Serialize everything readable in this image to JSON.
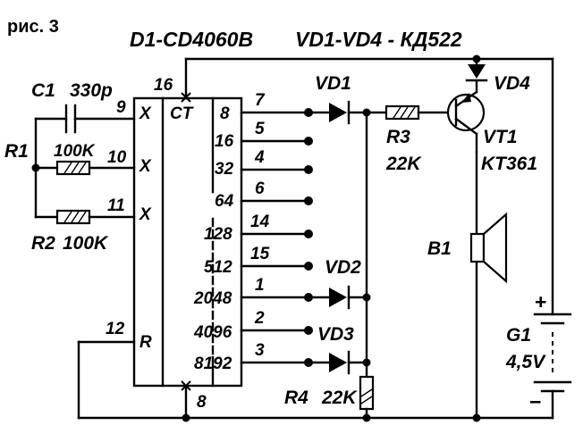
{
  "caption": "рис. 3",
  "ic": {
    "title": "D1-CD4060B",
    "pins_left": [
      {
        "num": "9",
        "fn": "X"
      },
      {
        "num": "10",
        "fn": "X"
      },
      {
        "num": "11",
        "fn": "X"
      },
      {
        "num": "12",
        "fn": "R"
      }
    ],
    "top_pin": {
      "num": "16",
      "fn": "CT"
    },
    "bottom_pin": "8",
    "outputs": [
      {
        "weight": "8",
        "pin": "7"
      },
      {
        "weight": "16",
        "pin": "5"
      },
      {
        "weight": "32",
        "pin": "4"
      },
      {
        "weight": "64",
        "pin": "6"
      },
      {
        "weight": "128",
        "pin": "14"
      },
      {
        "weight": "512",
        "pin": "15"
      },
      {
        "weight": "2048",
        "pin": "1"
      },
      {
        "weight": "4096",
        "pin": "2"
      },
      {
        "weight": "8192",
        "pin": "3"
      }
    ]
  },
  "components": {
    "c1": {
      "ref": "C1",
      "value": "330p"
    },
    "r1": {
      "ref": "R1",
      "value": "100K"
    },
    "r2": {
      "ref": "R2",
      "value": "100K"
    },
    "r3": {
      "ref": "R3",
      "value": "22K"
    },
    "r4": {
      "ref": "R4",
      "value": "22K"
    },
    "diodes": "VD1-VD4 - КД522",
    "vd1": "VD1",
    "vd2": "VD2",
    "vd3": "VD3",
    "vd4": "VD4",
    "vt1": {
      "ref": "VT1",
      "type": "KT361"
    },
    "b1": "B1",
    "g1": {
      "ref": "G1",
      "value": "4,5V",
      "plus": "+",
      "minus": "−"
    }
  }
}
